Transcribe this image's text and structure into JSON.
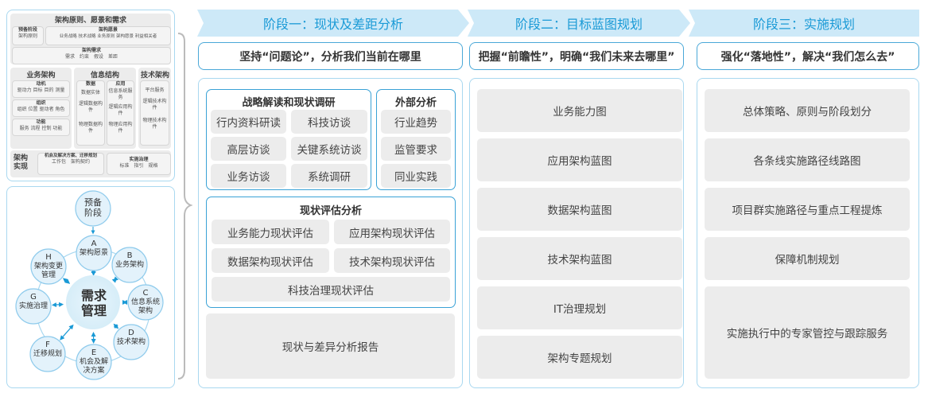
{
  "framework": {
    "title": "架构原则、愿景和需求",
    "prelim": {
      "title": "预备阶段",
      "items": "架构原则"
    },
    "vision": {
      "title": "架构愿景",
      "items": "业务战略 技术战略 业务原则 架构愿景 利益相关者"
    },
    "requirements": {
      "title": "架构需求",
      "items": "需求　约束　假设　差距"
    },
    "business": {
      "title": "业务架构",
      "blocks": [
        {
          "title": "动机",
          "items": "驱动力 目标 目的 测量"
        },
        {
          "title": "组织",
          "items": "组织 位置 驱动者 角色"
        },
        {
          "title": "功能",
          "items": "服务 流程 控制 功能"
        }
      ]
    },
    "info": {
      "title": "信息结构",
      "data": {
        "title": "数据",
        "items": [
          "数据实体",
          "逻辑数据构件",
          "物理数据构件"
        ]
      },
      "app": {
        "title": "应用",
        "items": [
          "信息系统服务",
          "逻辑应用构件",
          "物理应用构件"
        ]
      }
    },
    "tech": {
      "title": "技术架构",
      "items": [
        "平台服务",
        "逻辑技术构件",
        "物理技术构件"
      ]
    },
    "realization": {
      "title": "架构实现",
      "opp": {
        "title": "机会及解决方案、迁移规划",
        "items": "工作包　架构契约"
      },
      "gov": {
        "title": "实施治理",
        "items": "标准　指引　规格"
      }
    }
  },
  "adm": {
    "center": "需求管理",
    "prelim": "预备阶段",
    "phases": [
      {
        "letter": "A",
        "label": "架构愿景"
      },
      {
        "letter": "B",
        "label": "业务架构"
      },
      {
        "letter": "C",
        "label": "信息系统架构"
      },
      {
        "letter": "D",
        "label": "技术架构"
      },
      {
        "letter": "E",
        "label": "机会及解决方案"
      },
      {
        "letter": "F",
        "label": "迁移规划"
      },
      {
        "letter": "G",
        "label": "实施治理"
      },
      {
        "letter": "H",
        "label": "架构变更管理"
      }
    ],
    "accent": "#1a9ad6"
  },
  "stages": [
    {
      "title": "阶段一：现状及差距分析",
      "slogan": "坚持“问题论”，分析我们当前在哪里"
    },
    {
      "title": "阶段二：目标蓝图规划",
      "slogan": "把握“前瞻性”，明确“我们未来去哪里”"
    },
    {
      "title": "阶段三：实施规划",
      "slogan": "强化“落地性”，解决“我们怎么去”"
    }
  ],
  "stage1": {
    "research": {
      "title": "战略解读和现状调研",
      "items": [
        "行内资料研读",
        "科技访谈",
        "高层访谈",
        "关键系统访谈",
        "业务访谈",
        "系统调研"
      ]
    },
    "external": {
      "title": "外部分析",
      "items": [
        "行业趋势",
        "监管要求",
        "同业实践"
      ]
    },
    "assessment": {
      "title": "现状评估分析",
      "items": [
        "业务能力现状评估",
        "应用架构现状评估",
        "数据架构现状评估",
        "技术架构现状评估",
        "科技治理现状评估"
      ]
    },
    "report": "现状与差异分析报告"
  },
  "stage2": {
    "items": [
      "业务能力图",
      "应用架构蓝图",
      "数据架构蓝图",
      "技术架构蓝图",
      "IT治理规划",
      "架构专题规划"
    ]
  },
  "stage3": {
    "items": [
      "总体策略、原则与阶段划分",
      "各条线实施路径线路图",
      "项目群实施路径与重点工程提炼",
      "保障机制规划",
      "实施执行中的专家管控与跟踪服务"
    ]
  },
  "colors": {
    "header_bg": "#cde9f8",
    "header_text": "#1a9ad6",
    "border": "#3aa2d6",
    "cell": "#ececec"
  }
}
